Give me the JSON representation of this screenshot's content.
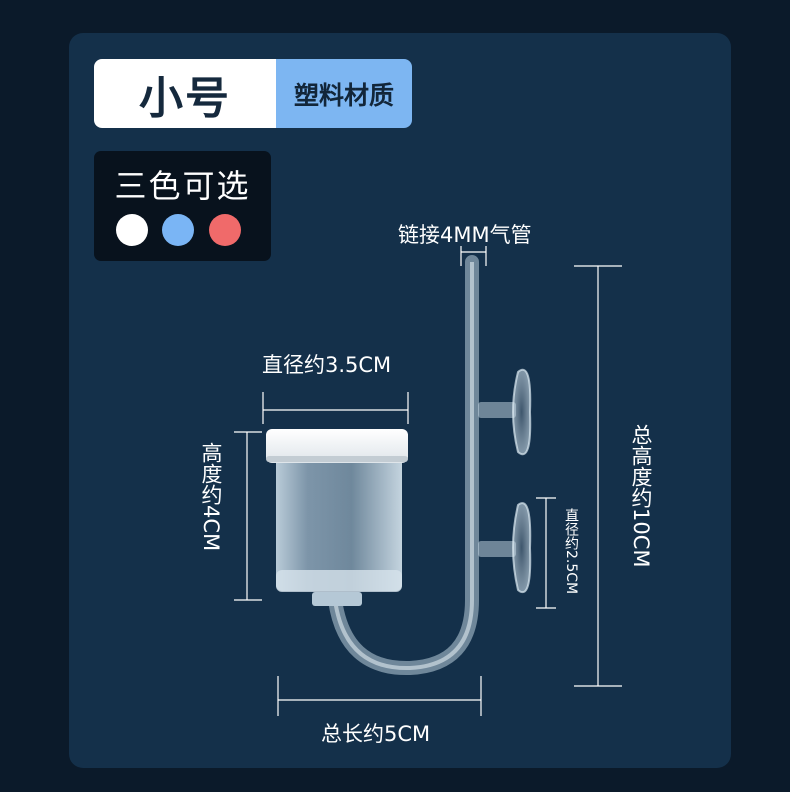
{
  "badge": {
    "size": "小号",
    "material": "塑料材质"
  },
  "colors": {
    "title": "三色可选",
    "options": [
      {
        "name": "white",
        "hex": "#ffffff"
      },
      {
        "name": "blue",
        "hex": "#7ab5f5"
      },
      {
        "name": "red",
        "hex": "#f06a6a"
      }
    ]
  },
  "dimensions": {
    "tube_link": "链接4MM气管",
    "cup_diameter": "直径约3.5CM",
    "cup_height": "高度约4CM",
    "suction_diameter": "直径约2.5CM",
    "total_height": "总高度约10CM",
    "total_length": "总长约5CM"
  }
}
